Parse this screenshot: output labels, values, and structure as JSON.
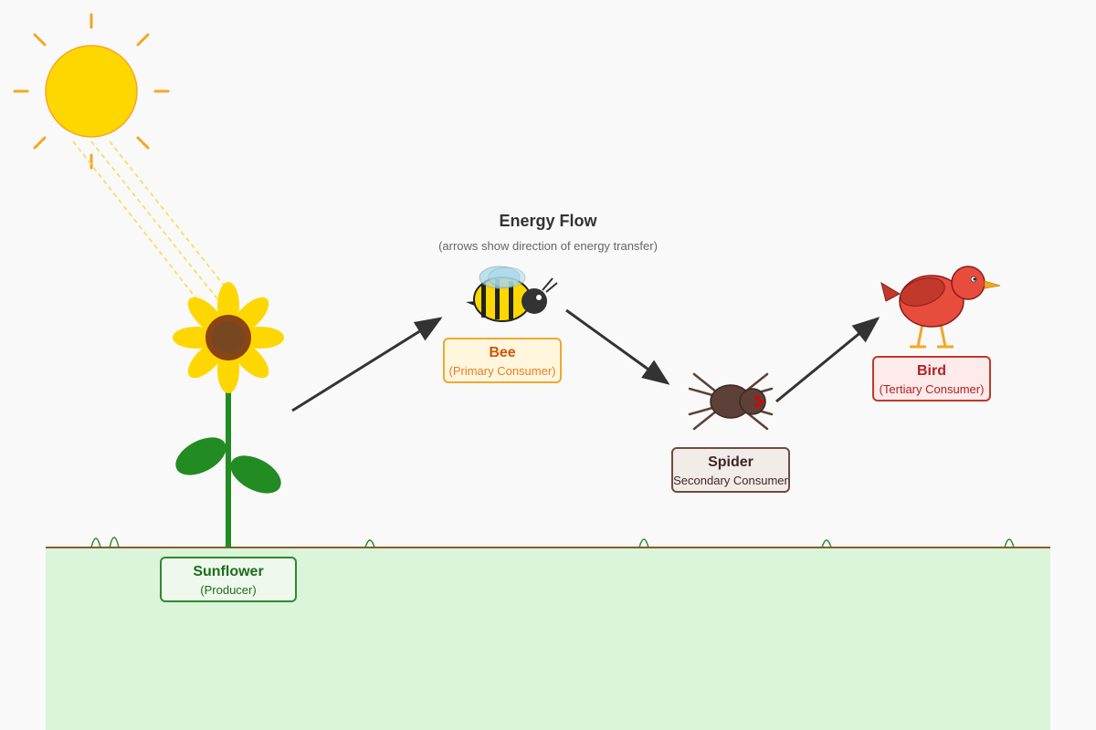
{
  "title": "Energy Flow",
  "subtitle": "(arrows show direction of energy transfer)",
  "organisms": {
    "sunflower": {
      "name": "Sunflower",
      "role": "(Producer)"
    },
    "bee": {
      "name": "Bee",
      "role": "(Primary Consumer)"
    },
    "spider": {
      "name": "Spider",
      "role": "Secondary Consumer"
    },
    "bird": {
      "name": "Bird",
      "role": "(Tertiary Consumer)"
    }
  },
  "flow": [
    "sunflower",
    "bee",
    "spider",
    "bird"
  ],
  "colors": {
    "sun": "#ffd700",
    "sun_rays": "#f5a623",
    "ground": "#daf5da",
    "soil_line": "#8b5a2b",
    "arrow": "#333333",
    "stem": "#228b22"
  }
}
